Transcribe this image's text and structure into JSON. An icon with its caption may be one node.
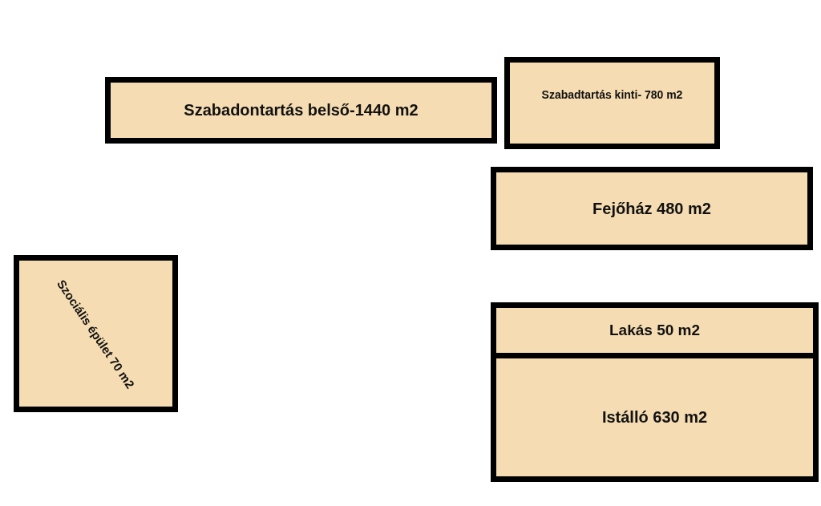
{
  "diagram": {
    "nodes": [
      {
        "text": [
          "Szabadontartás belső-1440 m2"
        ]
      },
      {
        "text": [
          "Szabadtartás kinti- 780 m2"
        ]
      },
      {
        "text": [
          "Fejőház 480 m2"
        ]
      },
      {
        "text": [
          "Szociális épület 70 m2"
        ]
      },
      {
        "text": [
          "Lakás 50 m2"
        ]
      },
      {
        "text": [
          "Istálló 630 m2"
        ]
      }
    ]
  }
}
